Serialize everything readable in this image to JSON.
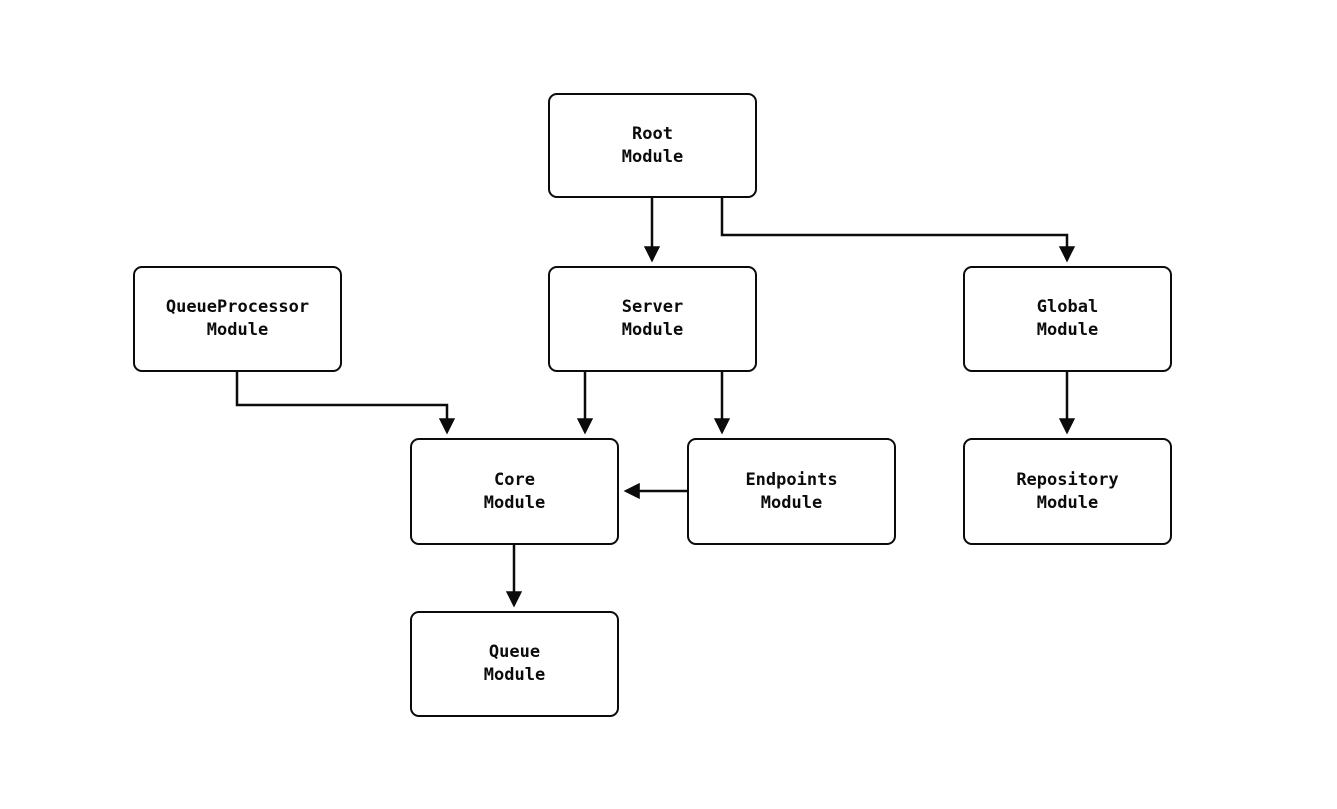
{
  "diagram": {
    "type": "flowchart",
    "background_color": "#ffffff",
    "node_fill_color": "#ffffff",
    "node_border_color": "#0b0b0b",
    "edge_color": "#0b0b0b",
    "nodes": [
      {
        "id": "root",
        "label": "Root\nModule"
      },
      {
        "id": "queueprocessor",
        "label": "QueueProcessor\nModule"
      },
      {
        "id": "server",
        "label": "Server\nModule"
      },
      {
        "id": "global",
        "label": "Global\nModule"
      },
      {
        "id": "core",
        "label": "Core\nModule"
      },
      {
        "id": "endpoints",
        "label": "Endpoints\nModule"
      },
      {
        "id": "repository",
        "label": "Repository\nModule"
      },
      {
        "id": "queue",
        "label": "Queue\nModule"
      }
    ],
    "edges": [
      {
        "from": "Root Module",
        "to": "Server Module"
      },
      {
        "from": "Root Module",
        "to": "Global Module"
      },
      {
        "from": "QueueProcessor Module",
        "to": "Core Module"
      },
      {
        "from": "Server Module",
        "to": "Core Module"
      },
      {
        "from": "Server Module",
        "to": "Endpoints Module"
      },
      {
        "from": "Endpoints Module",
        "to": "Core Module"
      },
      {
        "from": "Global Module",
        "to": "Repository Module"
      },
      {
        "from": "Core Module",
        "to": "Queue Module"
      }
    ]
  }
}
